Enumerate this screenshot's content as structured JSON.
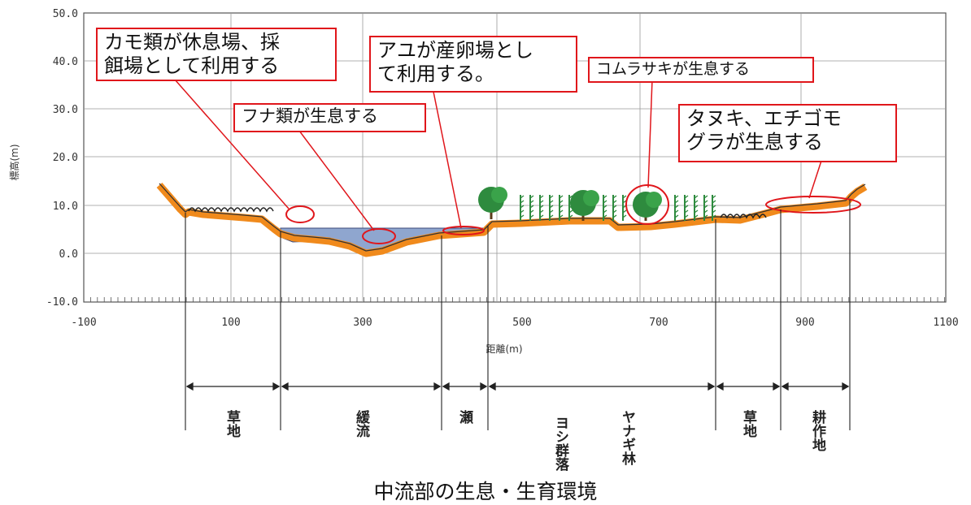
{
  "y_axis": {
    "label": "標高(m)",
    "ticks": [
      "50.0",
      "40.0",
      "30.0",
      "20.0",
      "10.0",
      "0.0",
      "-10.0"
    ]
  },
  "x_axis": {
    "label": "距離(m)",
    "ticks": [
      "-100",
      "100",
      "300",
      "500",
      "700",
      "900",
      "1100"
    ]
  },
  "callouts": {
    "kamo": [
      "カモ類が休息場、採",
      "餌場として利用する"
    ],
    "ayu": [
      "アユが産卵場とし",
      "て利用する。"
    ],
    "komurasaki": [
      "コムラサキが生息する"
    ],
    "funa": [
      "フナ類が生息する"
    ],
    "tanuki": [
      "タヌキ、エチゴモ",
      "グラが生息する"
    ]
  },
  "zones": {
    "sochi_1": "草地",
    "kanryu": "緩流",
    "se": "瀬",
    "yoshi": "ヨシ群落",
    "yanagi": "ヤナギ林",
    "sochi_2": "草地",
    "kosaku": "耕作地"
  },
  "caption": "中流部の生息・生育環境",
  "colors": {
    "water": "#8fa6cf",
    "soil": "#f08a1c",
    "tree": "#2e8b3e",
    "callout": "#e0161b",
    "grid": "#999999"
  }
}
